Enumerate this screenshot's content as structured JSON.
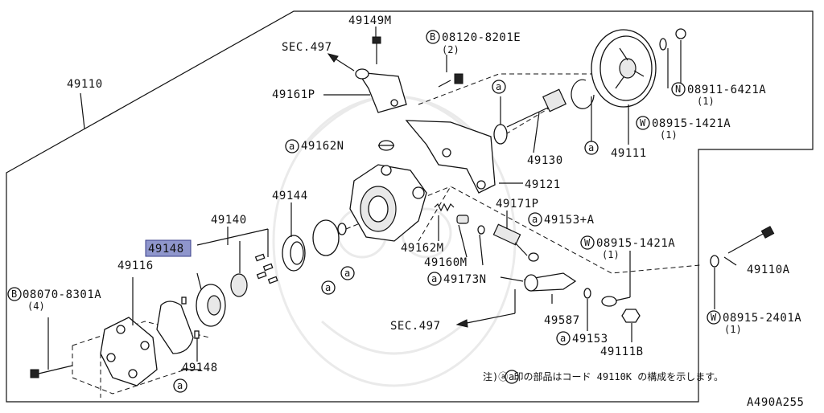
{
  "labels": {
    "p49149M": "49149M",
    "sec497_top": "SEC.497",
    "p08120": "08120-8201E",
    "p08120_qty": "(2)",
    "p08120_prefix": "B",
    "p49110": "49110",
    "p49161P": "49161P",
    "p08911": "08911-6421A",
    "p08911_prefix": "N",
    "p08911_qty": "(1)",
    "p08915a": "08915-1421A",
    "p08915a_prefix": "W",
    "p08915a_qty": "(1)",
    "p49162N": "49162N",
    "p49130": "49130",
    "p49111": "49111",
    "p49121": "49121",
    "p49144": "49144",
    "p49140": "49140",
    "p49171P": "49171P",
    "p49153A": "49153+A",
    "p49148_top": "49148",
    "p49116": "49116",
    "p49162M": "49162M",
    "p49160M": "49160M",
    "p08915b": "08915-1421A",
    "p08915b_prefix": "W",
    "p08915b_qty": "(1)",
    "p49110A": "49110A",
    "p08070": "08070-8301A",
    "p08070_prefix": "B",
    "p08070_qty": "(4)",
    "p49173N": "49173N",
    "p08915c": "08915-2401A",
    "p08915c_prefix": "W",
    "p08915c_qty": "(1)",
    "sec497_bottom": "SEC.497",
    "p49587": "49587",
    "p49153": "49153",
    "p49111B": "49111B",
    "p49148_bottom": "49148",
    "note": "注)ⓐ 印の部品はコード 49110K の構成を示します。",
    "code": "A490A255",
    "circle_a": "a"
  },
  "colors": {
    "highlight_fill": "#8f96cc",
    "highlight_stroke": "#3a3f8a"
  }
}
